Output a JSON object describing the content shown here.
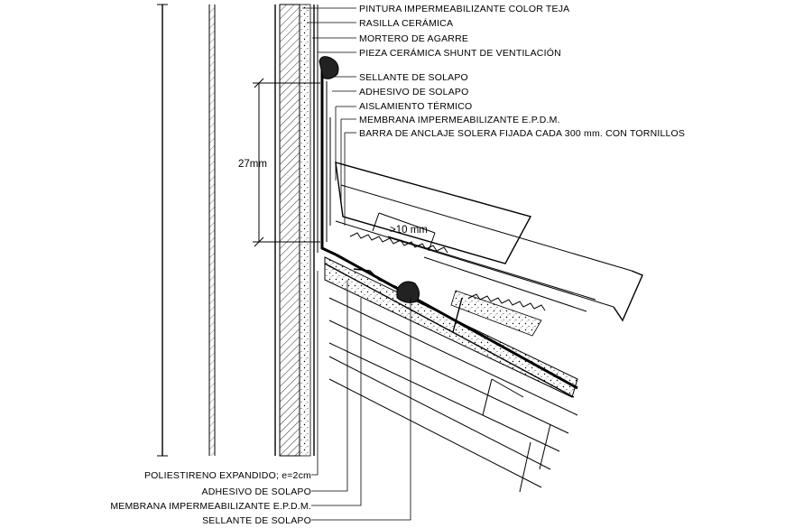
{
  "labels_top": [
    "PINTURA IMPERMEABILIZANTE COLOR TEJA",
    "RASILLA CERÁMICA",
    "MORTERO DE AGARRE",
    "PIEZA CERÁMICA SHUNT DE VENTILACIÓN",
    "SELLANTE DE SOLAPO",
    "ADHESIVO DE SOLAPO",
    "AISLAMIENTO TÉRMICO",
    "MEMBRANA IMPERMEABILIZANTE E.P.D.M.",
    "BARRA DE ANCLAJE SOLERA FIJADA CADA 300 mm. CON TORNILLOS"
  ],
  "labels_bottom": [
    "POLIESTIRENO EXPANDIDO; e=2cm",
    "ADHESIVO DE SOLAPO",
    "MEMBRANA IMPERMEABILIZANTE E.P.D.M.",
    "SELLANTE DE SOLAPO"
  ],
  "dimension_vertical": "27mm",
  "dimension_gap": ">10 mm"
}
